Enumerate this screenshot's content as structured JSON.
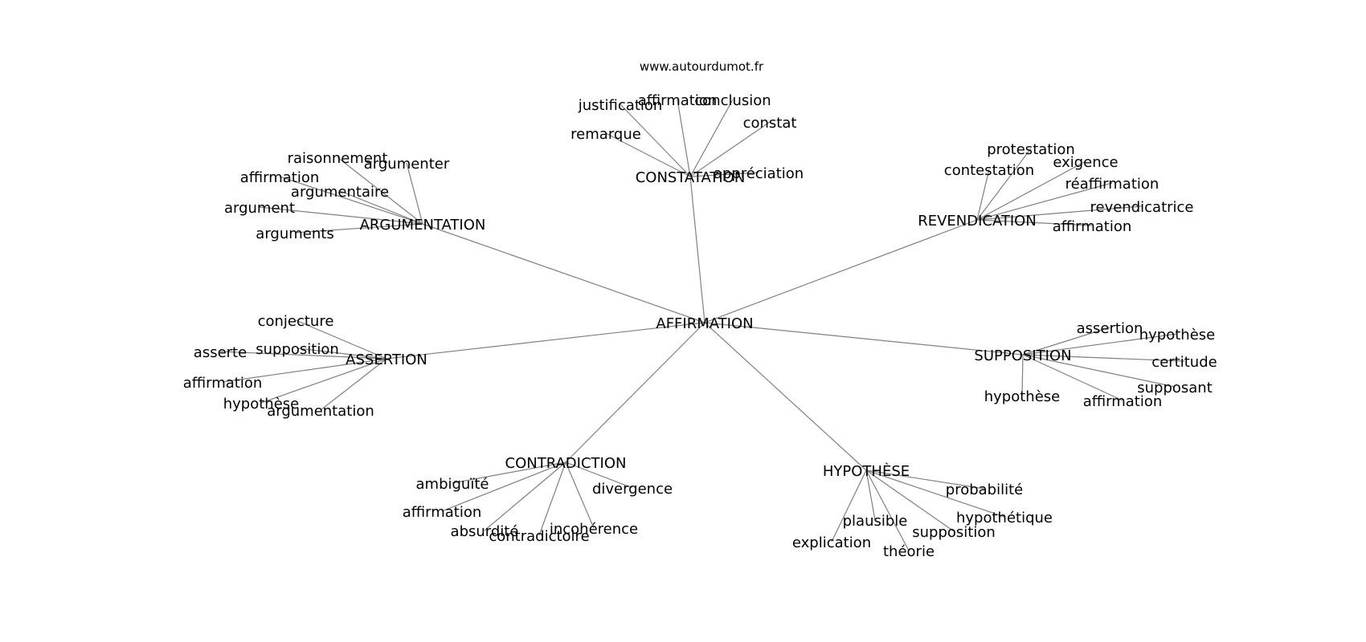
{
  "site": "www.autourdumot.fr",
  "center": "AFFIRMATION",
  "groups": [
    {
      "label": "CONSTATATION",
      "words": [
        "justification",
        "affirmation",
        "conclusion",
        "constat",
        "remarque",
        "appréciation"
      ]
    },
    {
      "label": "ARGUMENTATION",
      "words": [
        "raisonnement",
        "argumenter",
        "affirmation",
        "argumentaire",
        "argument",
        "arguments"
      ]
    },
    {
      "label": "REVENDICATION",
      "words": [
        "protestation",
        "exigence",
        "contestation",
        "réaffirmation",
        "revendicatrice",
        "affirmation"
      ]
    },
    {
      "label": "ASSERTION",
      "words": [
        "conjecture",
        "supposition",
        "asserte",
        "affirmation",
        "hypothèse",
        "argumentation"
      ]
    },
    {
      "label": "SUPPOSITION",
      "words": [
        "assertion",
        "hypothèse",
        "certitude",
        "supposant",
        "affirmation",
        "hypothèse"
      ]
    },
    {
      "label": "CONTRADICTION",
      "words": [
        "ambiguïté",
        "divergence",
        "affirmation",
        "absurdité",
        "contradictoire",
        "incohérence"
      ]
    },
    {
      "label": "HYPOTHÈSE",
      "words": [
        "probabilité",
        "plausible",
        "hypothétique",
        "supposition",
        "explication",
        "théorie"
      ]
    }
  ]
}
